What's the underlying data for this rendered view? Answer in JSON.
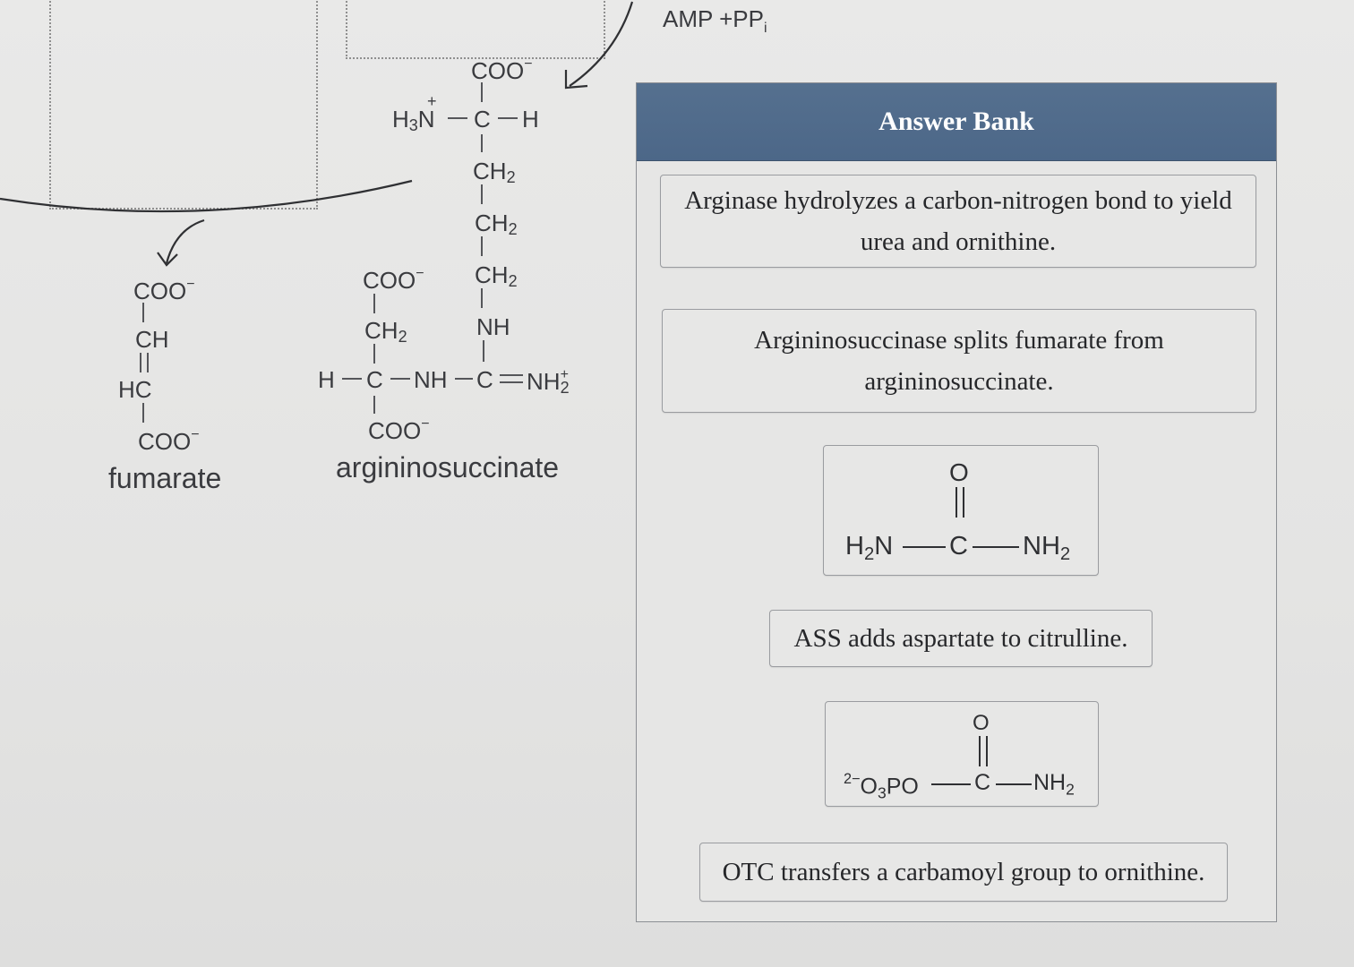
{
  "top_label": {
    "amp": "AMP",
    "plus": "+",
    "pp": "PP",
    "pp_sub": "i"
  },
  "arginine_fragment": {
    "coo": "COO",
    "coo_charge": "−",
    "plus_charge": "+",
    "h3n": "H",
    "h3n_sub": "3",
    "h3n_n": "N",
    "c_h": "C",
    "h": "H",
    "ch2_a": "CH",
    "ch2_b": "CH",
    "ch2_c": "CH",
    "sub_2": "2",
    "nh": "NH"
  },
  "argininosuccinate": {
    "coo_top": "COO",
    "coo_charge": "−",
    "ch2": "CH",
    "sub_2": "2",
    "chain_h": "H",
    "chain_c": "C",
    "chain_nh": "NH",
    "chain_c2": "C",
    "chain_nh2": "NH",
    "nh2_sup": "+",
    "coo_bottom": "COO",
    "caption": "argininosuccinate"
  },
  "fumarate": {
    "coo_top": "COO",
    "coo_charge": "−",
    "ch": "CH",
    "hc": "HC",
    "coo_bottom": "COO",
    "caption": "fumarate"
  },
  "answer_bank": {
    "title": "Answer Bank",
    "cards": [
      {
        "type": "text",
        "text": "Arginase hydrolyzes a carbon-nitrogen bond to yield urea and ornithine."
      },
      {
        "type": "text",
        "text": "Argininosuccinase splits fumarate from argininosuccinate."
      },
      {
        "type": "structure",
        "o": "O",
        "left": "H",
        "left_sub": "2",
        "left_n": "N",
        "center": "C",
        "right": "NH",
        "right_sub": "2"
      },
      {
        "type": "text",
        "text": "ASS adds aspartate to citrulline."
      },
      {
        "type": "structure",
        "o": "O",
        "charge": "2−",
        "left": "O",
        "left_sub": "3",
        "left_po": "PO",
        "center": "C",
        "right": "NH",
        "right_sub": "2"
      },
      {
        "type": "text",
        "text": "OTC transfers a carbamoyl group to ornithine."
      }
    ]
  }
}
